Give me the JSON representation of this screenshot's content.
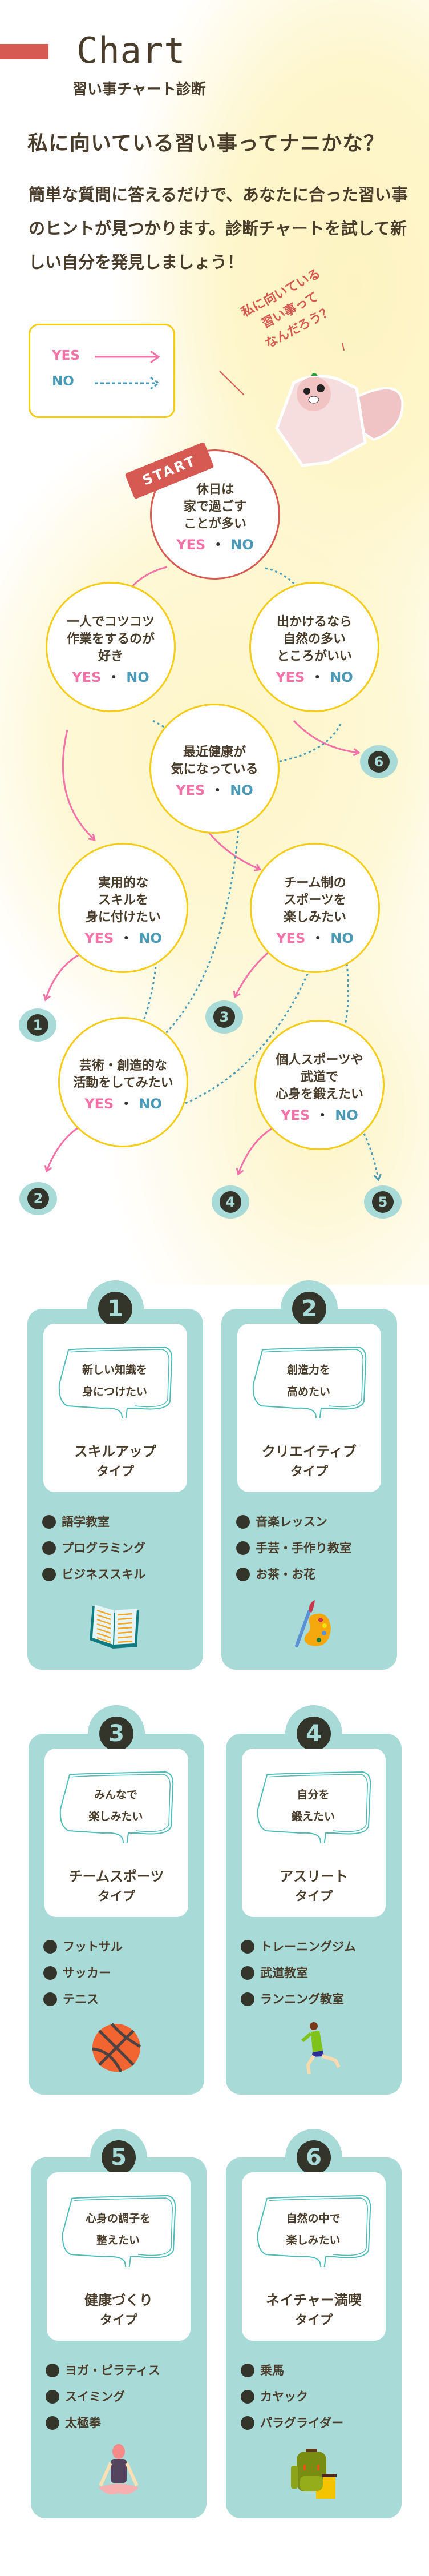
{
  "header": {
    "title": "Chart",
    "subtitle": "習い事チャート診断"
  },
  "heading": "私に向いている習い事ってナニかな？",
  "intro": "簡単な質問に答えるだけで、あなたに合った習い事のヒントが見つかります。診断チャートを試して新しい自分を発見しましょう！",
  "legend": {
    "yes": "YES",
    "no": "NO"
  },
  "speech": [
    "私に向いている",
    "習い事って",
    "なんだろう？"
  ],
  "start_label": "START",
  "yn": {
    "yes": "YES",
    "sep": "・",
    "no": "NO"
  },
  "colors": {
    "yes": "#f472a8",
    "no": "#4a9ab5",
    "accent": "#d75a52",
    "card": "#a8dad7",
    "node_border": "#f5cc1a"
  },
  "questions": [
    {
      "lines": [
        "休日は",
        "家で過ごす",
        "ことが多い"
      ]
    },
    {
      "lines": [
        "一人でコツコツ",
        "作業をするのが",
        "好き"
      ]
    },
    {
      "lines": [
        "出かけるなら",
        "自然の多い",
        "ところがいい"
      ]
    },
    {
      "lines": [
        "最近健康が",
        "気になっている"
      ]
    },
    {
      "lines": [
        "実用的な",
        "スキルを",
        "身に付けたい"
      ]
    },
    {
      "lines": [
        "チーム制の",
        "スポーツを",
        "楽しみたい"
      ]
    },
    {
      "lines": [
        "芸術・創造的な",
        "活動をしてみたい"
      ]
    },
    {
      "lines": [
        "個人スポーツや",
        "武道で",
        "心身を鍛えたい"
      ]
    }
  ],
  "result_badges": [
    "1",
    "2",
    "3",
    "4",
    "5",
    "6"
  ],
  "results": [
    {
      "num": "1",
      "quote": [
        "新しい知識を",
        "身につけたい"
      ],
      "type": [
        "スキルアップ",
        "タイプ"
      ],
      "items": [
        "語学教室",
        "プログラミング",
        "ビジネススキル"
      ],
      "icon": "book-icon"
    },
    {
      "num": "2",
      "quote": [
        "創造力を",
        "高めたい"
      ],
      "type": [
        "クリエイティブ",
        "タイプ"
      ],
      "items": [
        "音楽レッスン",
        "手芸・手作り教室",
        "お茶・お花"
      ],
      "icon": "palette-icon"
    },
    {
      "num": "3",
      "quote": [
        "みんなで",
        "楽しみたい"
      ],
      "type": [
        "チームスポーツ",
        "タイプ"
      ],
      "items": [
        "フットサル",
        "サッカー",
        "テニス"
      ],
      "icon": "basketball-icon"
    },
    {
      "num": "4",
      "quote": [
        "自分を",
        "鍛えたい"
      ],
      "type": [
        "アスリート",
        "タイプ"
      ],
      "items": [
        "トレーニングジム",
        "武道教室",
        "ランニング教室"
      ],
      "icon": "runner-icon"
    },
    {
      "num": "5",
      "quote": [
        "心身の調子を",
        "整えたい"
      ],
      "type": [
        "健康づくり",
        "タイプ"
      ],
      "items": [
        "ヨガ・ピラティス",
        "スイミング",
        "太極拳"
      ],
      "icon": "yoga-icon"
    },
    {
      "num": "6",
      "quote": [
        "自然の中で",
        "楽しみたい"
      ],
      "type": [
        "ネイチャー満喫",
        "タイプ"
      ],
      "items": [
        "乗馬",
        "カヤック",
        "パラグライダー"
      ],
      "icon": "backpack-icon"
    }
  ]
}
